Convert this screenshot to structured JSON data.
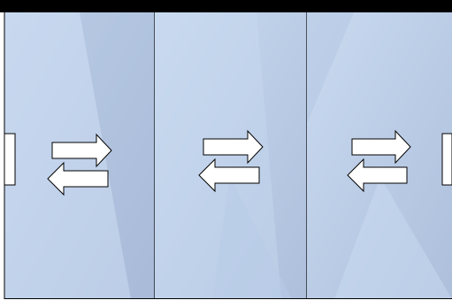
{
  "figure": {
    "panel_count": 3,
    "arrows_per_panel": 2,
    "arrow_directions": [
      "right",
      "left"
    ],
    "side_handles": [
      "left",
      "right"
    ],
    "colors": {
      "frame": "#000000",
      "glass_light": "#c7d8ef",
      "glass_dark": "#a8bcd9",
      "arrow_fill": "#ffffff",
      "arrow_stroke": "#000000",
      "handle_fill": "#ffffff"
    }
  }
}
